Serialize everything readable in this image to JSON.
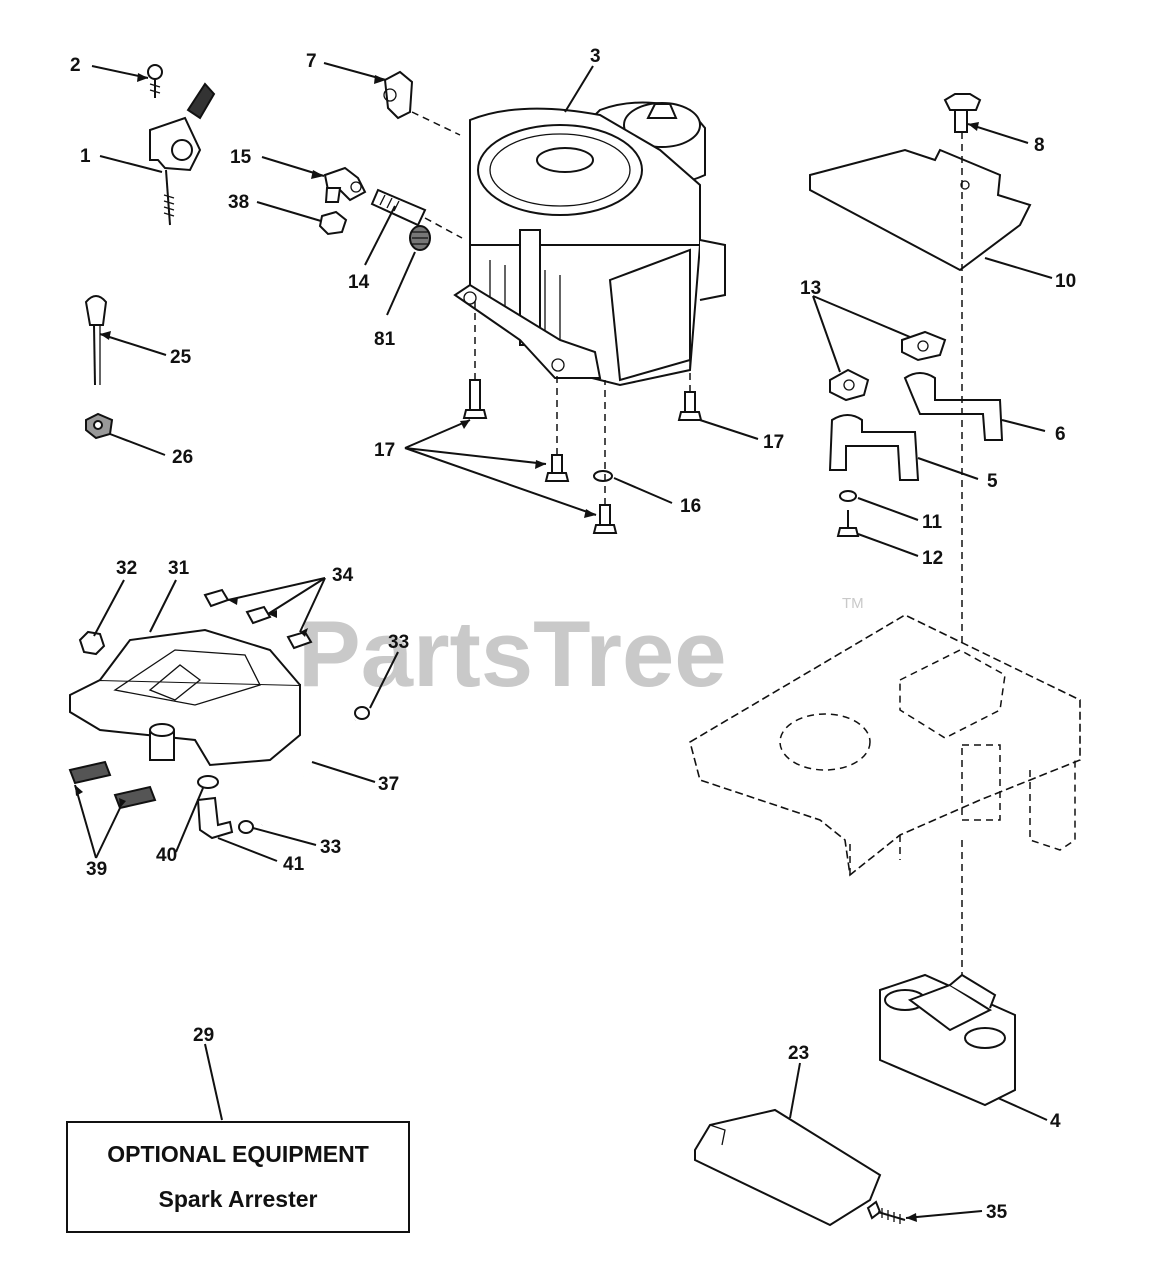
{
  "watermark": {
    "brand": "PartsTree",
    "trademark": "TM"
  },
  "optional_box": {
    "title": "OPTIONAL EQUIPMENT",
    "subtitle": "Spark Arrester"
  },
  "callouts": [
    {
      "id": "c1",
      "label": "1"
    },
    {
      "id": "c2",
      "label": "2"
    },
    {
      "id": "c3",
      "label": "3"
    },
    {
      "id": "c4",
      "label": "4"
    },
    {
      "id": "c5",
      "label": "5"
    },
    {
      "id": "c6",
      "label": "6"
    },
    {
      "id": "c7",
      "label": "7"
    },
    {
      "id": "c8",
      "label": "8"
    },
    {
      "id": "c10",
      "label": "10"
    },
    {
      "id": "c11",
      "label": "11"
    },
    {
      "id": "c12",
      "label": "12"
    },
    {
      "id": "c13",
      "label": "13"
    },
    {
      "id": "c14",
      "label": "14"
    },
    {
      "id": "c15",
      "label": "15"
    },
    {
      "id": "c16",
      "label": "16"
    },
    {
      "id": "c17a",
      "label": "17"
    },
    {
      "id": "c17b",
      "label": "17"
    },
    {
      "id": "c23",
      "label": "23"
    },
    {
      "id": "c25",
      "label": "25"
    },
    {
      "id": "c26",
      "label": "26"
    },
    {
      "id": "c29",
      "label": "29"
    },
    {
      "id": "c31",
      "label": "31"
    },
    {
      "id": "c32",
      "label": "32"
    },
    {
      "id": "c33a",
      "label": "33"
    },
    {
      "id": "c33b",
      "label": "33"
    },
    {
      "id": "c34",
      "label": "34"
    },
    {
      "id": "c35",
      "label": "35"
    },
    {
      "id": "c37",
      "label": "37"
    },
    {
      "id": "c38",
      "label": "38"
    },
    {
      "id": "c39",
      "label": "39"
    },
    {
      "id": "c40",
      "label": "40"
    },
    {
      "id": "c41",
      "label": "41"
    },
    {
      "id": "c81",
      "label": "81"
    }
  ]
}
